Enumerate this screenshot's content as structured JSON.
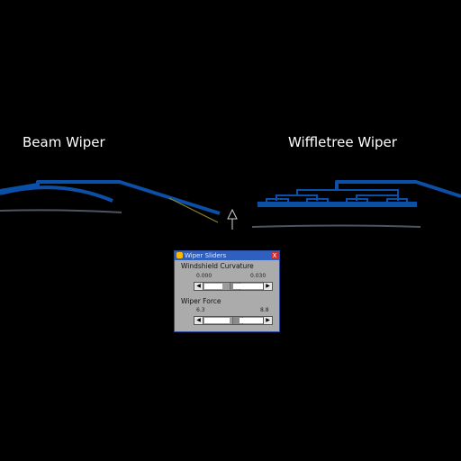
{
  "scene": {
    "beam_label": "Beam Wiper",
    "wiffletree_label": "Wiffletree Wiper"
  },
  "panel": {
    "title": "Wiper Sliders",
    "close_label": "X",
    "curvature": {
      "label": "Windshield Curvature",
      "min_label": "0.000",
      "max_label": "0.030",
      "position_fraction": 0.5
    },
    "force": {
      "label": "Wiper Force",
      "min_label": "6.3",
      "max_label": "8.8",
      "position_fraction": 0.55
    }
  },
  "colors": {
    "wiper_blue": "#0b4fa6",
    "windshield_gray": "#4d5560",
    "background": "#000000",
    "panel_bg": "#ababab",
    "titlebar": "#2f5fbf"
  },
  "icons": {
    "pointer": "up-arrow-icon",
    "left_arrow": "triangle-left",
    "right_arrow": "triangle-right"
  }
}
